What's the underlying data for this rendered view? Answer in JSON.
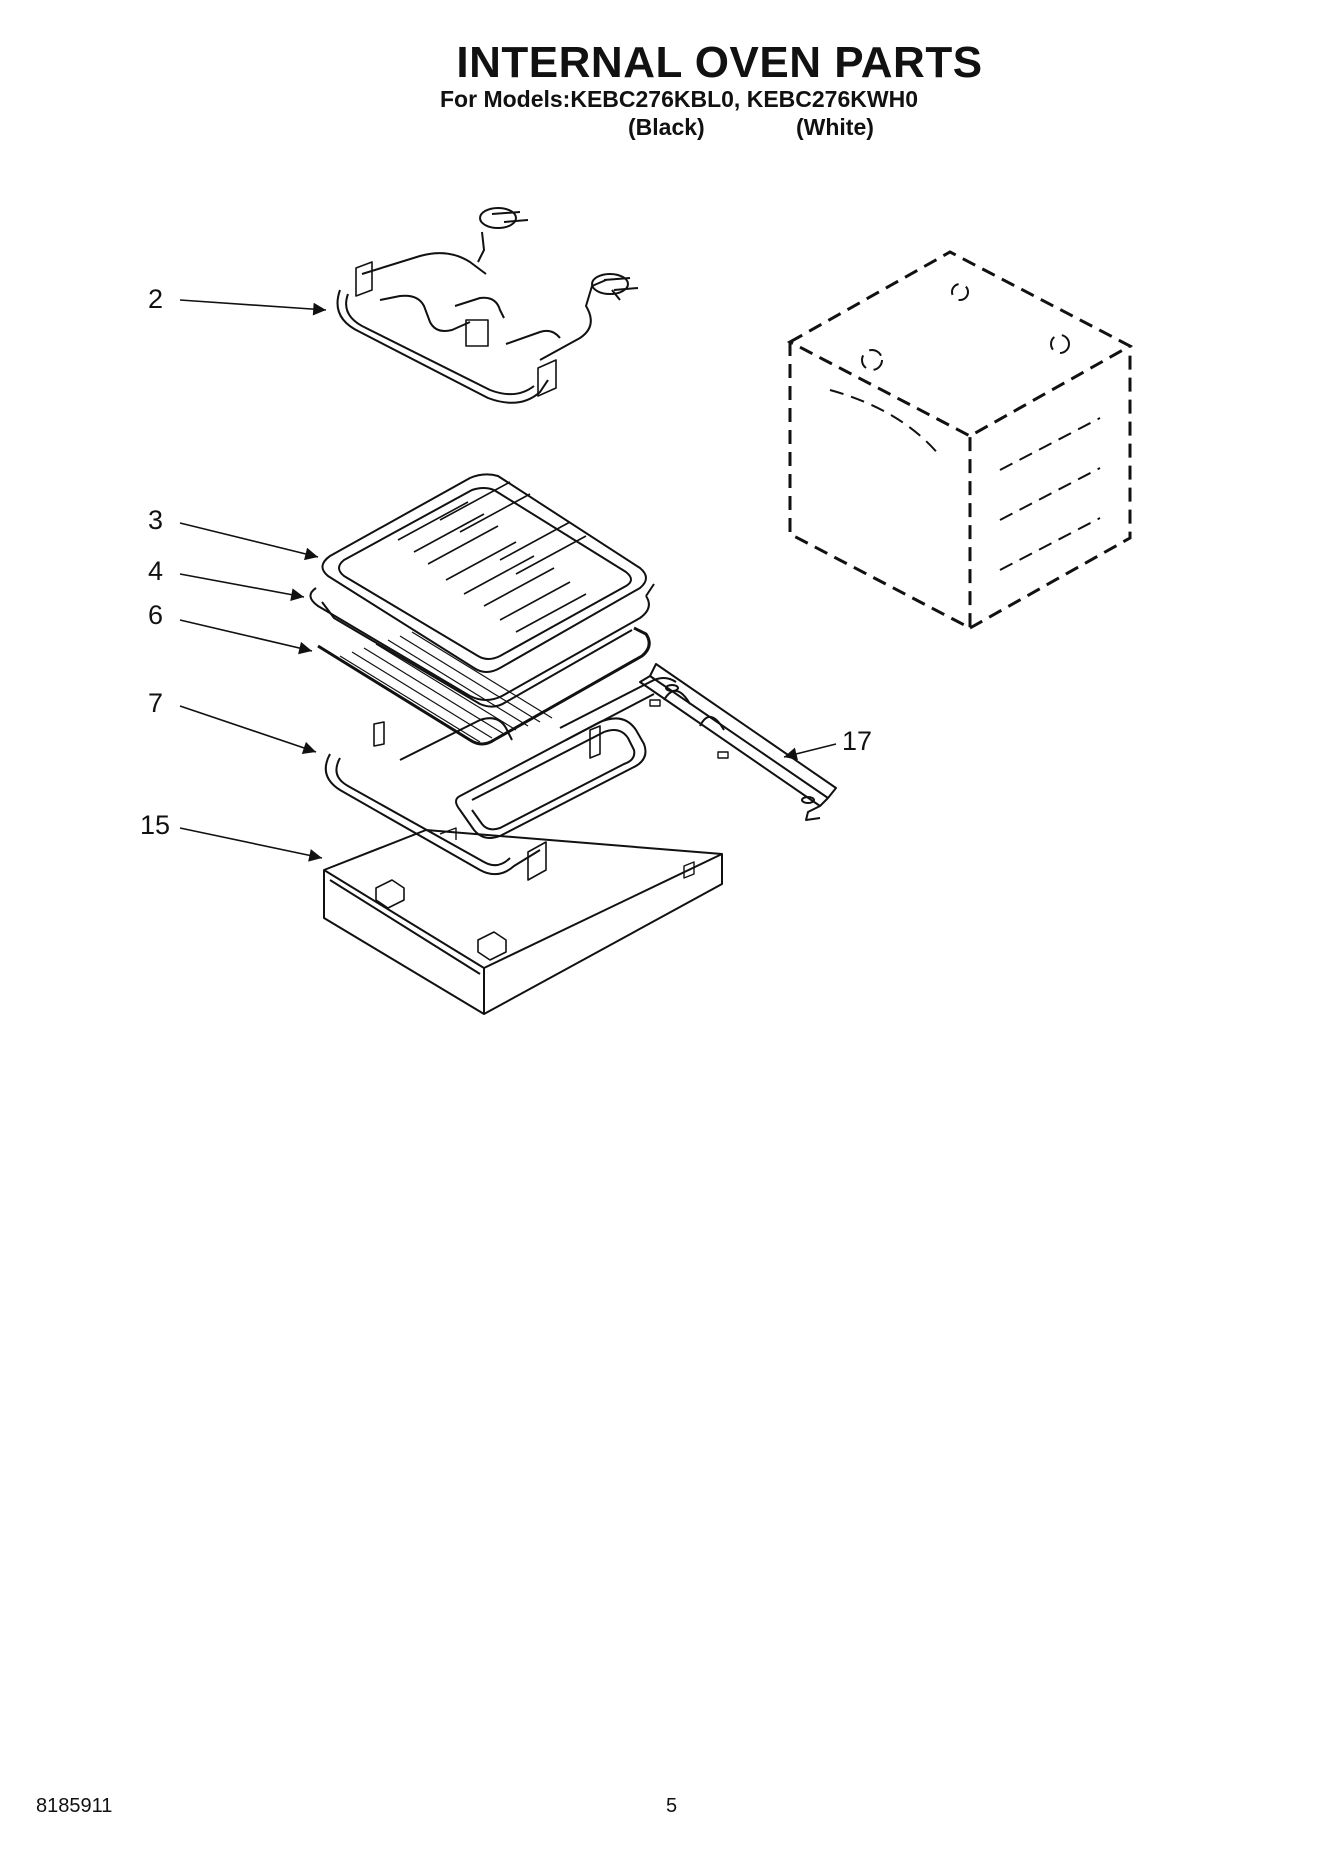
{
  "header": {
    "title": "INTERNAL OVEN PARTS",
    "models": "For Models:KEBC276KBL0, KEBC276KWH0",
    "variant_black": "(Black)",
    "variant_white": "(White)"
  },
  "callouts": {
    "part_2": "2",
    "part_3": "3",
    "part_4": "4",
    "part_6": "6",
    "part_7": "7",
    "part_15": "15",
    "part_17": "17"
  },
  "footer": {
    "doc_number": "8185911",
    "page_number": "5"
  }
}
